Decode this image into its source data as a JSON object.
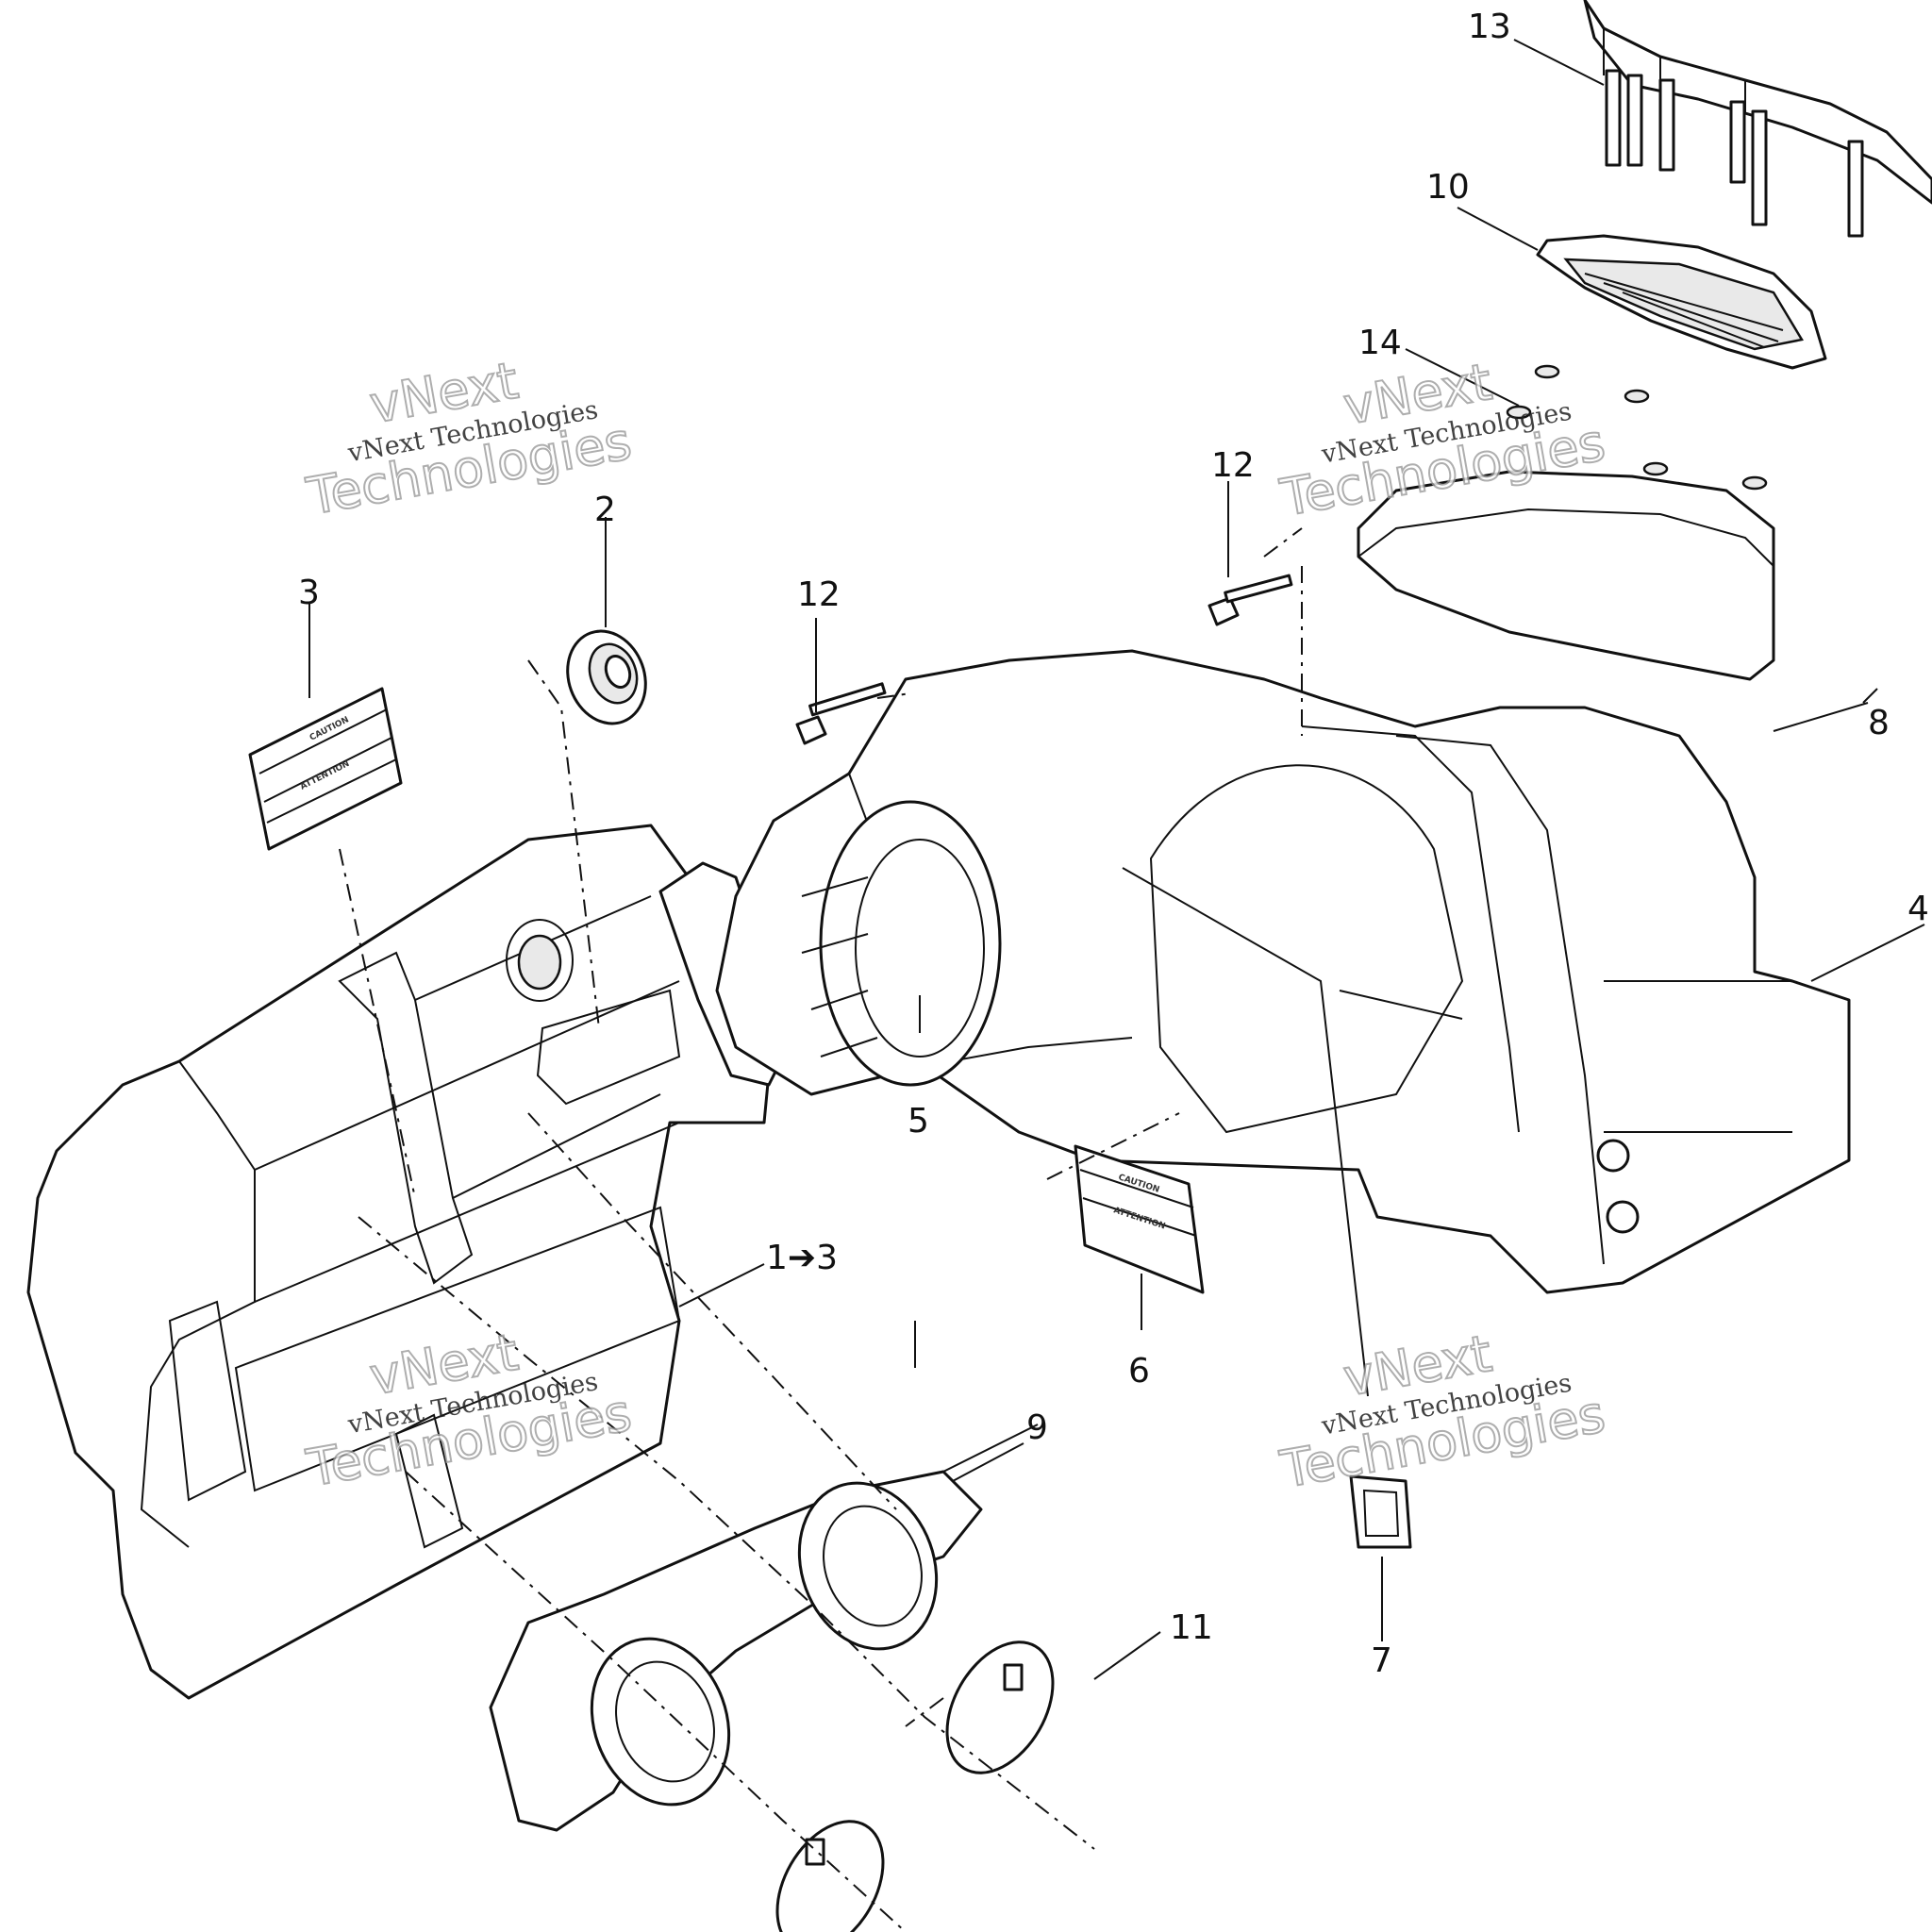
{
  "callouts": {
    "c1": "1➔3",
    "c2": "2",
    "c3": "3",
    "c4": "4",
    "c5": "5",
    "c6": "6",
    "c7": "7",
    "c8": "8",
    "c9": "9",
    "c10": "10",
    "c11": "11",
    "c12a": "12",
    "c12b": "12",
    "c13": "13",
    "c14": "14"
  },
  "labels": {
    "caution": "CAUTION",
    "attention": "ATTENTION"
  },
  "watermark": {
    "line_small": "vNext Technologies",
    "line_big_1": "vNext",
    "line_big_2": "Technologies"
  }
}
